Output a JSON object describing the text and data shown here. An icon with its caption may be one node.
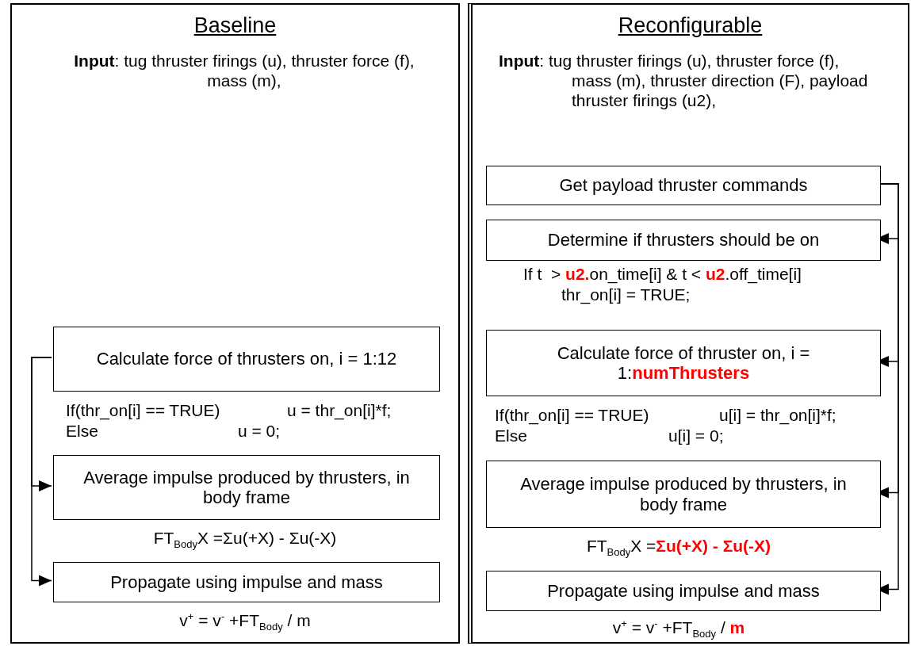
{
  "diagram": {
    "nodes": [
      {
        "text": [
          "Baseline",
          "**Input**: tug thruster firings (u), thruster force (f), mass (m),"
        ]
      },
      {
        "text": [
          "Calculate force of thrusters on, i = 1:12"
        ],
        "in": 0
      },
      {
        "text": [
          "Average impulse produced by thrusters, in body frame"
        ],
        "in": 0
      },
      {
        "text": [
          "Propagate using impulse and mass"
        ],
        "in": 0
      },
      {
        "text": [
          "Reconfigurable",
          "**Input**: tug thruster firings (u), thruster force (f), mass (m), thruster direction (F), payload thruster firings (u2),"
        ]
      },
      {
        "text": [
          "Get payload thruster commands"
        ],
        "in": 4
      },
      {
        "text": [
          "Determine if thrusters should be on"
        ],
        "in": 4
      },
      {
        "text": [
          "Calculate force of thruster on, i = 1:**numThrusters**"
        ],
        "in": 4
      },
      {
        "text": [
          "Average impulse produced by thrusters, in body frame"
        ],
        "in": 4
      },
      {
        "text": [
          "Propagate using impulse and mass"
        ],
        "in": 4
      }
    ],
    "edges": [
      {
        "from": 1,
        "to": 2,
        "arrow": "to"
      },
      {
        "from": 1,
        "to": 3,
        "arrow": "to"
      },
      {
        "from": 5,
        "to": 6,
        "arrow": "to"
      },
      {
        "from": 5,
        "to": 7,
        "arrow": "to"
      },
      {
        "from": 5,
        "to": 8,
        "arrow": "to"
      },
      {
        "from": 5,
        "to": 9,
        "arrow": "to"
      }
    ],
    "labels": [
      "If(thr_on[i] == TRUE)",
      "u = thr_on[i]*f;",
      "Else",
      "u = 0;",
      "FT$_{Body}$X =Σu(+X) - Σu(-X)",
      "v$^{+}$ = v$^{-}$ +FT$_{Body}$ / m",
      "If t  > **u2.**on_time[i] & t < **u2**.off_time[i]",
      "thr_on[i] = TRUE;",
      "If(thr_on[i] == TRUE)",
      "u[i] = thr_on[i]*f;",
      "Else",
      "u[i] = 0;",
      "FT$_{Body}$X =**Σu(+X) - Σu(-X)**",
      "v$^{+}$ = v$^{-}$ +FT$_{Body}$ / **m**"
    ]
  }
}
